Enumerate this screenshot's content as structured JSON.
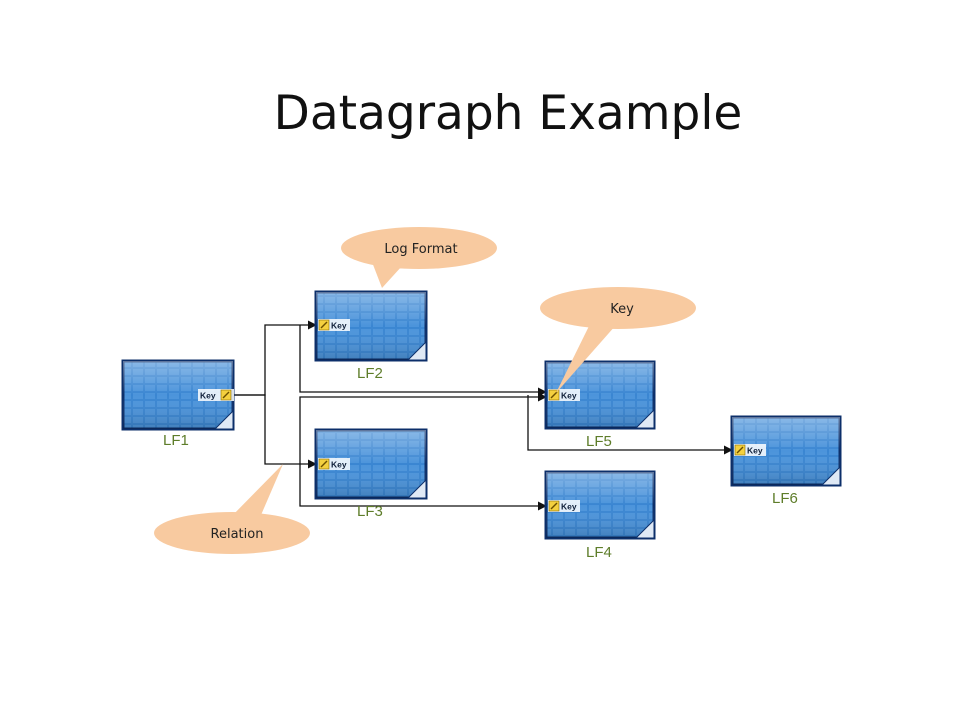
{
  "title": "Datagraph Example",
  "nodes": {
    "lf1": {
      "label": "LF1",
      "key": "Key"
    },
    "lf2": {
      "label": "LF2",
      "key": "Key"
    },
    "lf3": {
      "label": "LF3",
      "key": "Key"
    },
    "lf4": {
      "label": "LF4",
      "key": "Key"
    },
    "lf5": {
      "label": "LF5",
      "key": "Key"
    },
    "lf6": {
      "label": "LF6",
      "key": "Key"
    }
  },
  "callouts": {
    "log_format": "Log Format",
    "key": "Key",
    "relation": "Relation"
  },
  "colors": {
    "node_fill": "#2a78c8",
    "node_border": "#0c2f6a",
    "callout_fill": "#f8caa0",
    "connector": "#111111"
  }
}
